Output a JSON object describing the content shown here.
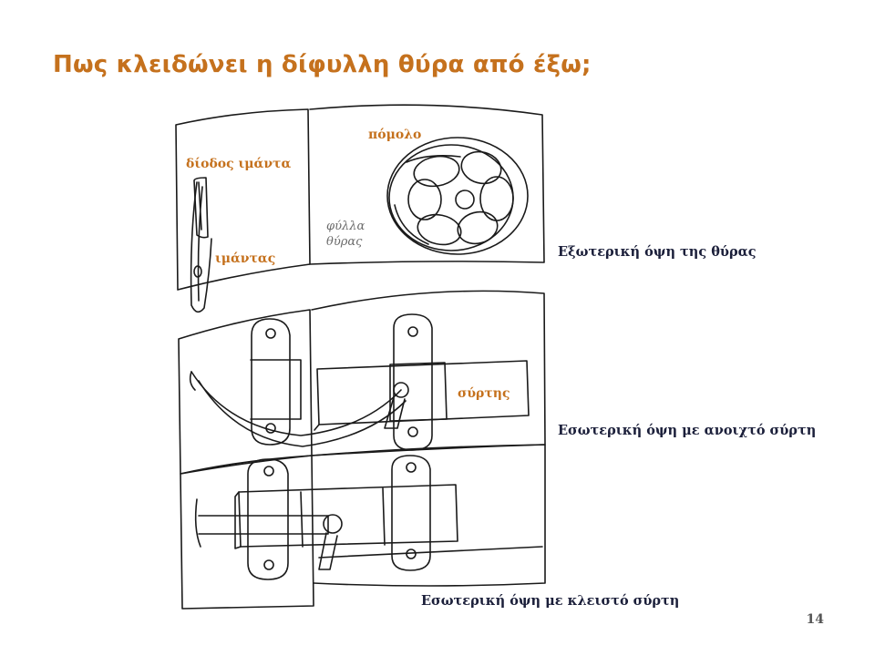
{
  "slide": {
    "title": "Πως κλειδώνει η δίφυλλη θύρα από έξω;",
    "page_number": "14"
  },
  "labels": {
    "knob": "πόμολο",
    "strap_passage": "δίοδος ιμάντα",
    "strap": "ιμάντας",
    "door_leaf_line1": "φύλλα",
    "door_leaf_line2": "θύρας",
    "bolt": "σύρτης"
  },
  "captions": {
    "exterior": "Εξωτερική όψη της θύρας",
    "interior_open": "Εσωτερική όψη με ανοιχτό σύρτη",
    "interior_closed": "Εσωτερική όψη με κλειστό σύρτη"
  },
  "colors": {
    "accent": "#c5711d",
    "caption": "#1b1f3a",
    "line": "#1a1a1a"
  }
}
